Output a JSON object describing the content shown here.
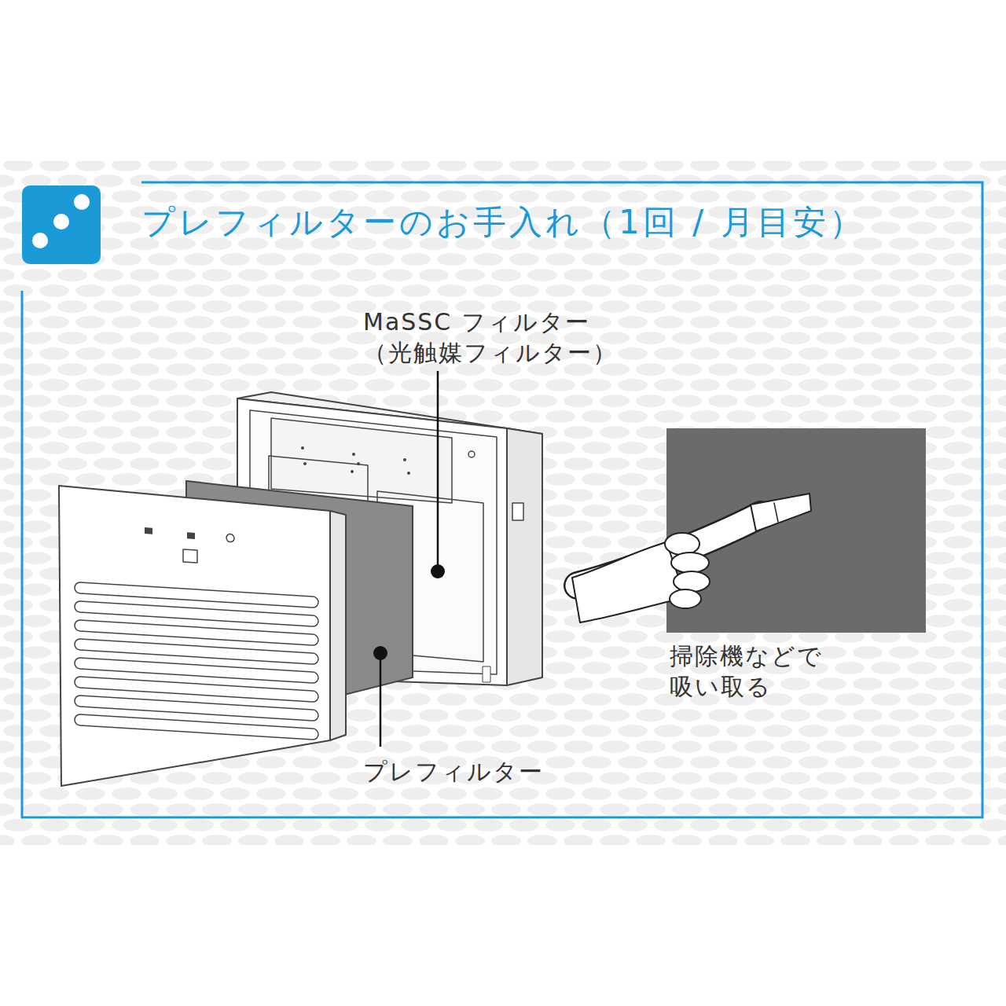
{
  "diagram": {
    "title": "プレフィルターのお手入れ（1回 / 月目安）",
    "labels": [
      "MaSSC フィルター （光触媒フィルター）",
      "プレフィルター",
      "掃除機などで 吸い取る"
    ]
  }
}
